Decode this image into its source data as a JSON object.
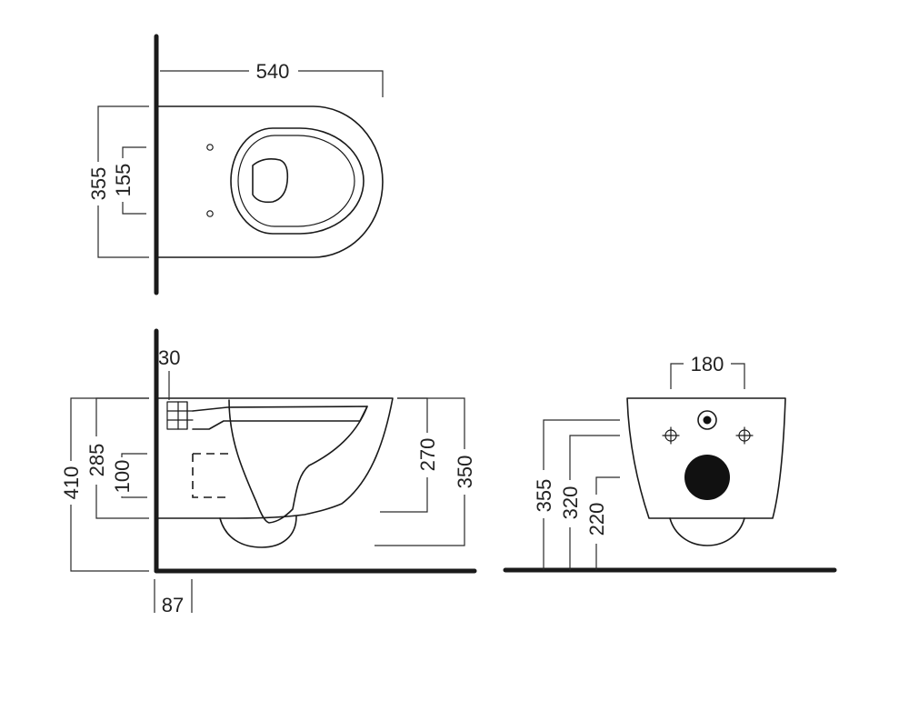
{
  "dimensions": {
    "top_length": "540",
    "top_width": "355",
    "top_bolt_spacing": "155",
    "side_wall_gap": "30",
    "side_total_height": "410",
    "side_outlet_height": "285",
    "side_outlet_size": "100",
    "side_rim_depth": "270",
    "side_overall_depth": "350",
    "side_back_offset": "87",
    "front_bolt_spacing": "180",
    "front_height_355": "355",
    "front_height_320": "320",
    "front_height_220": "220"
  },
  "colors": {
    "line": "#1a1a1a",
    "outlet_fill": "#111111",
    "background": "#ffffff"
  }
}
